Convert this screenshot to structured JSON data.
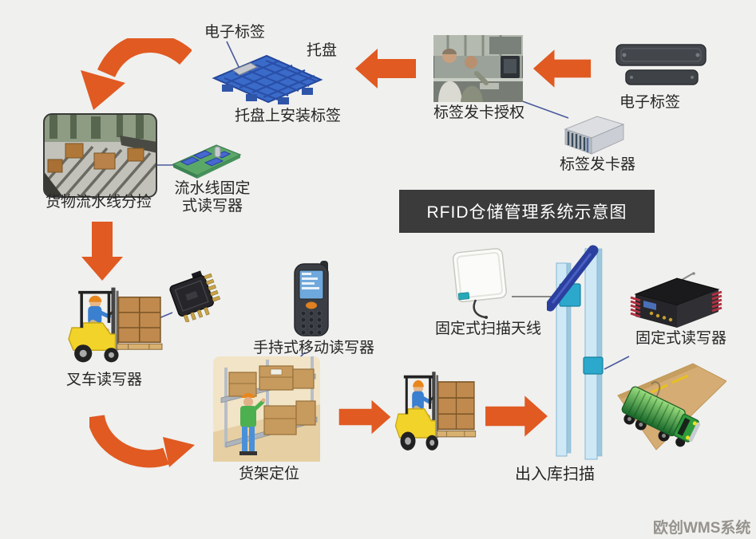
{
  "banner": {
    "text": "RFID仓储管理系统示意图",
    "bg": "#3B3B3B",
    "color": "#FFFFFF"
  },
  "watermark": {
    "text": "欧创WMS系统",
    "color": "#96938E"
  },
  "palette": {
    "background": "#F0F0EE",
    "arrow": "#E05A22",
    "connector_line": "#4A5A9C",
    "label_color": "#262626",
    "pallet_blue": "#3A6BC8",
    "gate_light_blue": "#CFE8F6",
    "gate_dark_blue": "#2B3F9E",
    "gate_cyan": "#2BA8CC"
  },
  "nodes": {
    "pallet_tag_label": "电子标签",
    "pallet_label": "托盘",
    "pallet_caption": "托盘上安装标签",
    "issuing_caption": "标签发卡授权",
    "tags_caption": "电子标签",
    "issuer_caption": "标签发卡器",
    "sorting_caption": "货物流水线分捡",
    "line_reader_caption_line1": "流水线固定",
    "line_reader_caption_line2": "式读写器",
    "forklift_caption": "叉车读写器",
    "handheld_caption": "手持式移动读写器",
    "shelf_caption": "货架定位",
    "antenna_caption": "固定式扫描天线",
    "fixed_reader_caption": "固定式读写器",
    "gate_caption": "出入库扫描"
  }
}
